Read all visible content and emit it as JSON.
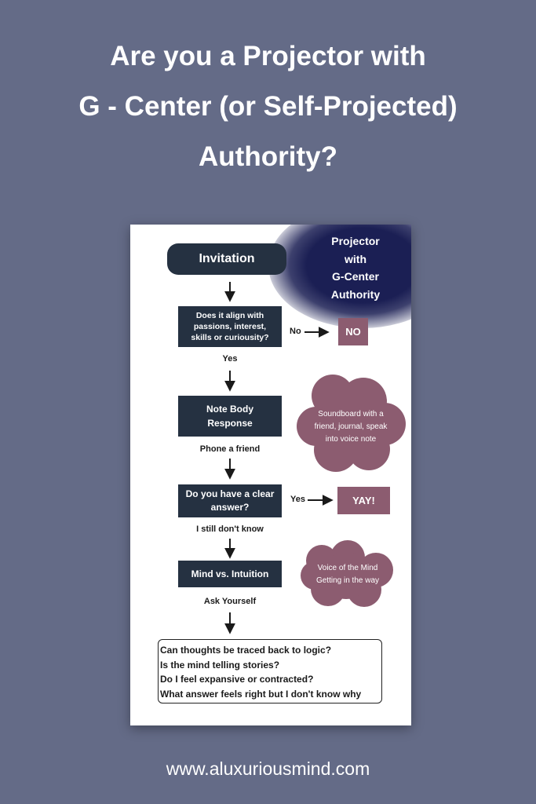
{
  "title": {
    "line1": "Are you a Projector with",
    "line2": "G - Center (or Self-Projected)",
    "line3": "Authority?"
  },
  "corner": {
    "line1": "Projector",
    "line2": "with",
    "line3": "G-Center",
    "line4": "Authority"
  },
  "flow": {
    "start": "Invitation",
    "q1": {
      "line1": "Does it align with",
      "line2": "passions, interest,",
      "line3": "skills or curiousity?"
    },
    "no_label": "No",
    "no_result": "NO",
    "yes_label1": "Yes",
    "step2": {
      "line1": "Note Body",
      "line2": "Response"
    },
    "phone_label": "Phone a friend",
    "cloud1": {
      "line1": "Soundboard with a",
      "line2": "friend, journal, speak",
      "line3": "into voice note"
    },
    "q2": {
      "line1": "Do you have a clear",
      "line2": "answer?"
    },
    "yes_label2": "Yes",
    "yes_result": "YAY!",
    "still_label": "I still don't know",
    "step4": "Mind vs. Intuition",
    "cloud2": {
      "line1": "Voice of the Mind",
      "line2": "Getting in the way"
    },
    "ask_label": "Ask Yourself",
    "questions": [
      "Can thoughts be traced back to logic?",
      "Is the mind telling stories?",
      "Do I feel expansive or contracted?",
      "What answer feels right but I don't know why"
    ]
  },
  "footer": "www.aluxuriousmind.com",
  "colors": {
    "background": "#646b87",
    "dark_box": "#253141",
    "outcome": "#8c5c70",
    "cloud": "#8c5c70",
    "glow": "#1b1f54"
  }
}
